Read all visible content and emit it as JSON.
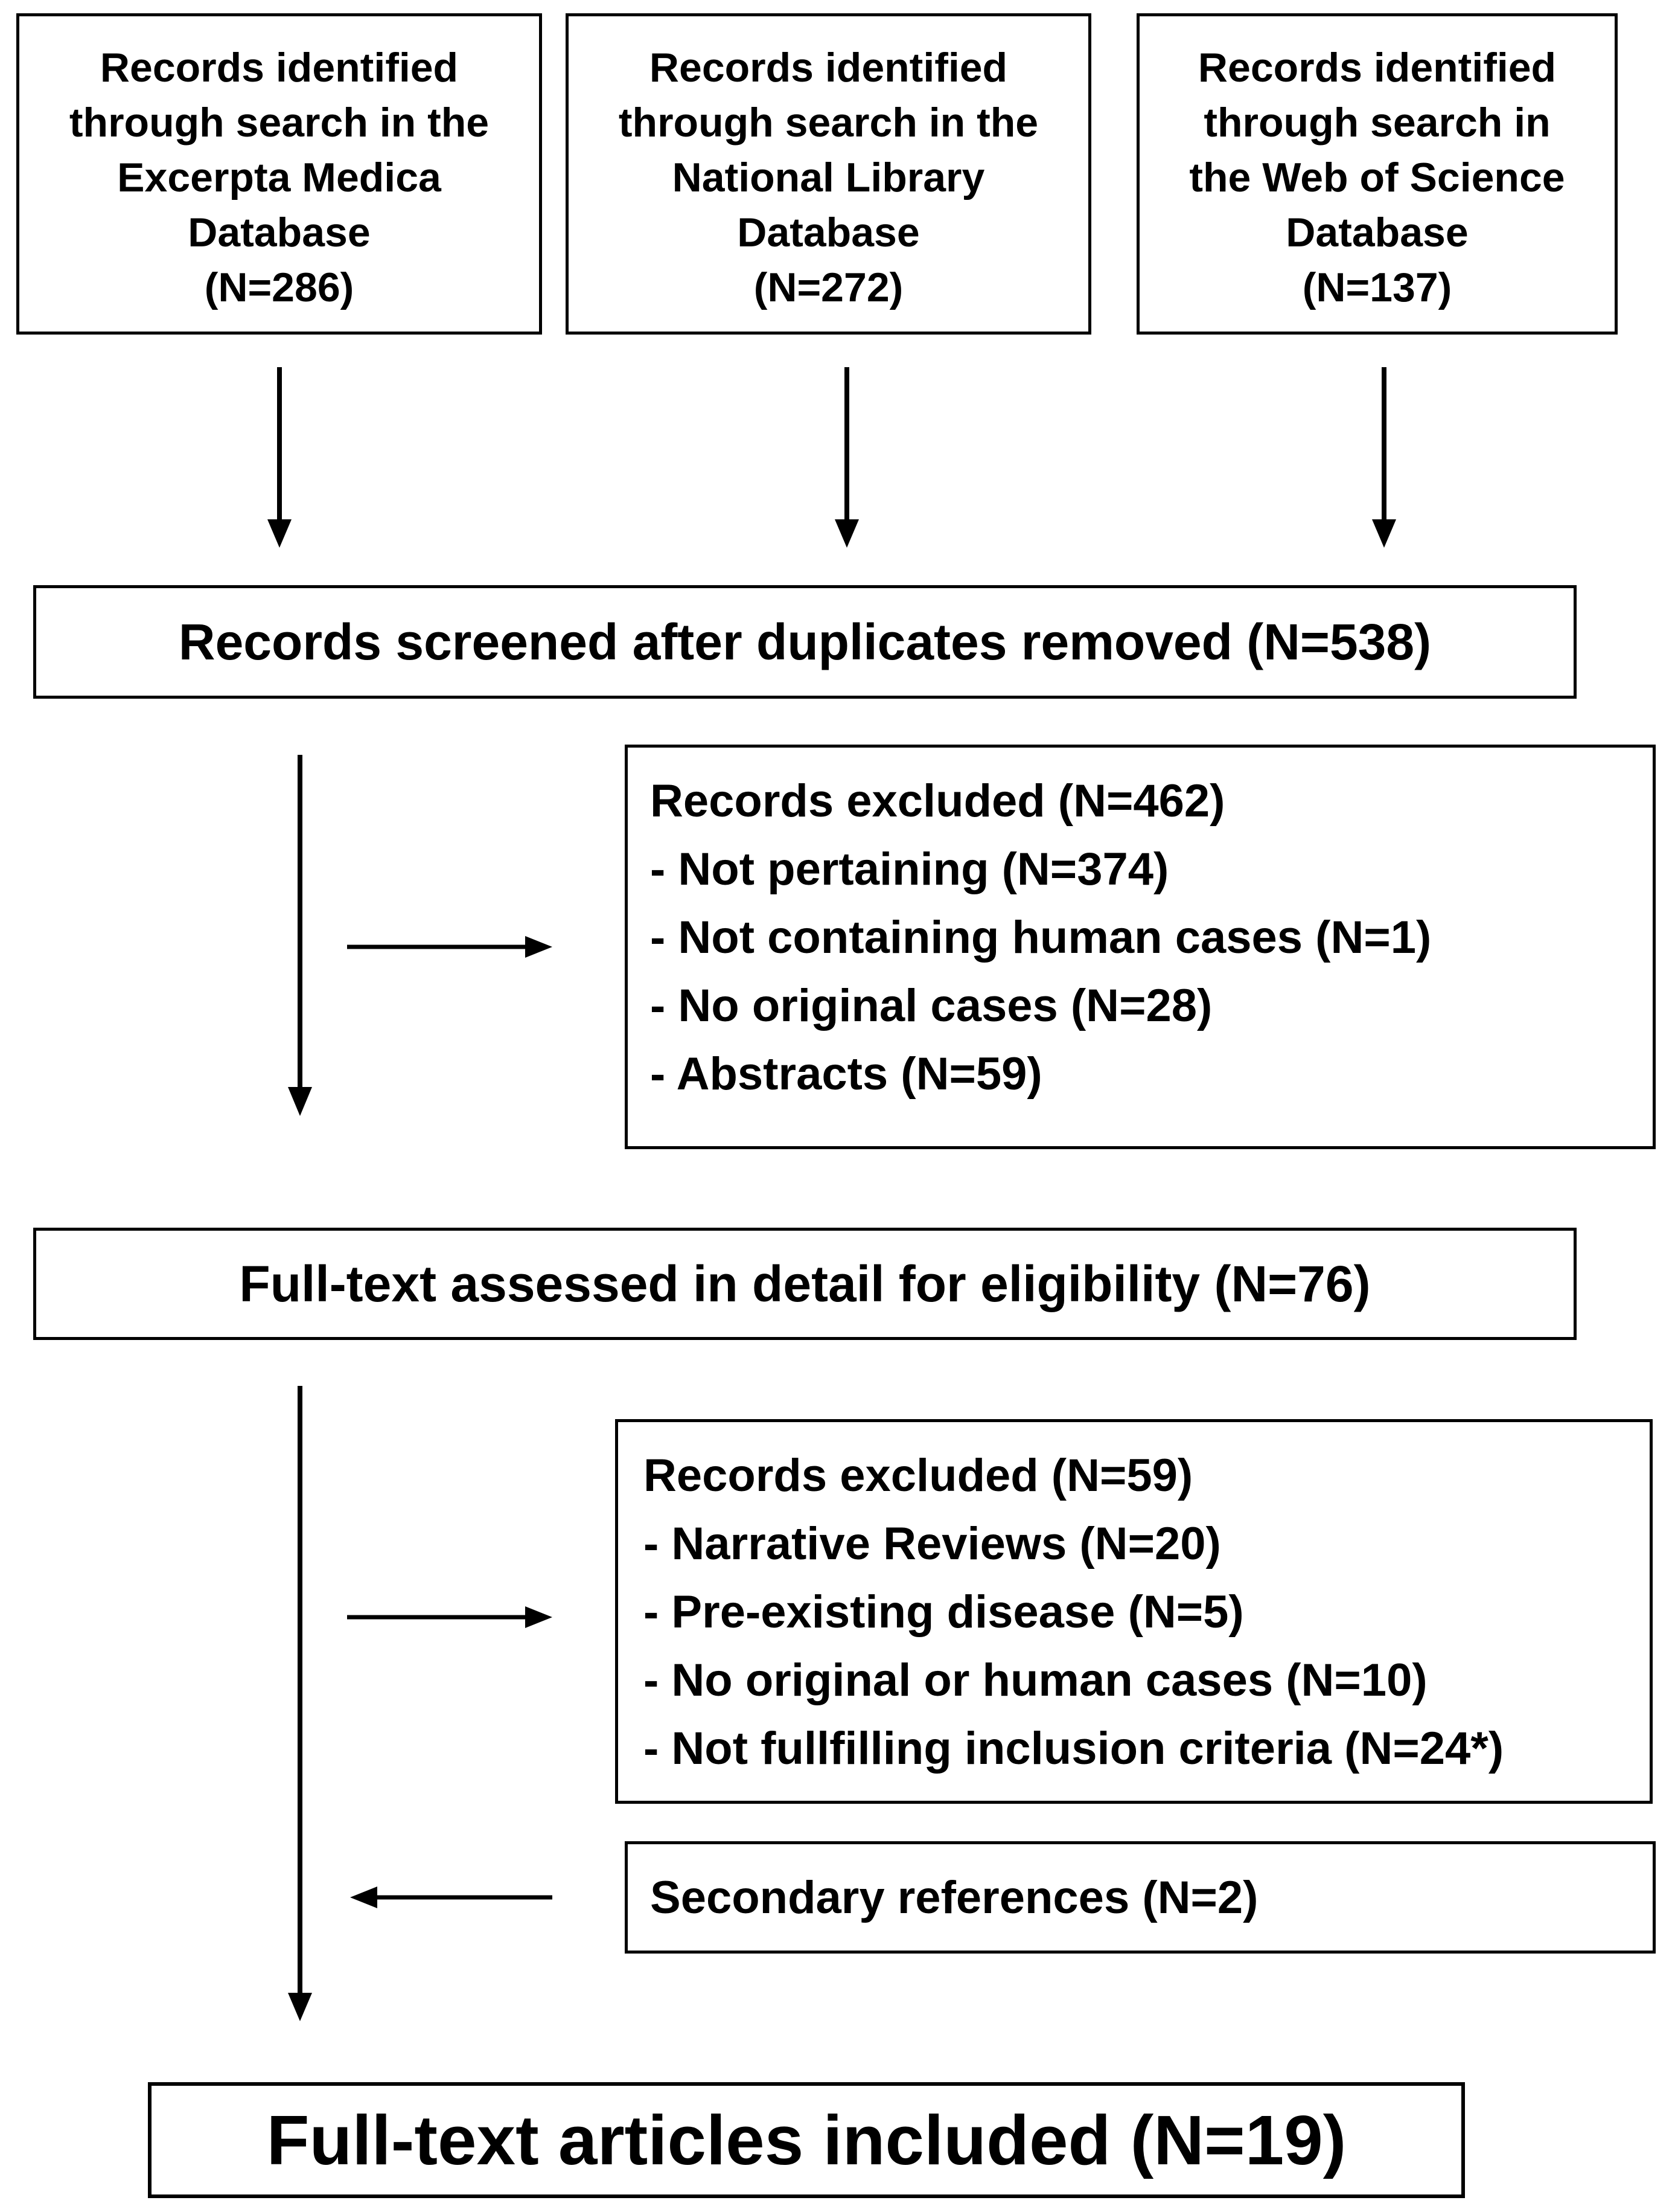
{
  "sources": [
    {
      "lines": [
        "Records identified",
        "through search in the",
        "Excerpta Medica",
        "Database",
        "(N=286)"
      ]
    },
    {
      "lines": [
        "Records identified",
        "through search in the",
        "National Library",
        "Database",
        "(N=272)"
      ]
    },
    {
      "lines": [
        "Records identified",
        "through search in",
        "the Web of Science",
        "Database",
        "(N=137)"
      ]
    }
  ],
  "screened": {
    "text": "Records screened after duplicates removed (N=538)"
  },
  "excluded_1": {
    "lines": [
      "Records excluded (N=462)",
      "- Not pertaining (N=374)",
      "- Not containing human cases (N=1)",
      "- No original cases (N=28)",
      "- Abstracts (N=59)"
    ]
  },
  "eligibility": {
    "text": "Full-text assessed in detail for eligibility (N=76)"
  },
  "excluded_2": {
    "lines": [
      "Records excluded (N=59)",
      "- Narrative Reviews (N=20)",
      "- Pre-existing disease (N=5)",
      "- No original or human cases (N=10)",
      "- Not fullfilling inclusion criteria (N=24*)"
    ]
  },
  "secondary": {
    "text": "Secondary references (N=2)"
  },
  "included": {
    "text": "Full-text articles included (N=19)"
  }
}
